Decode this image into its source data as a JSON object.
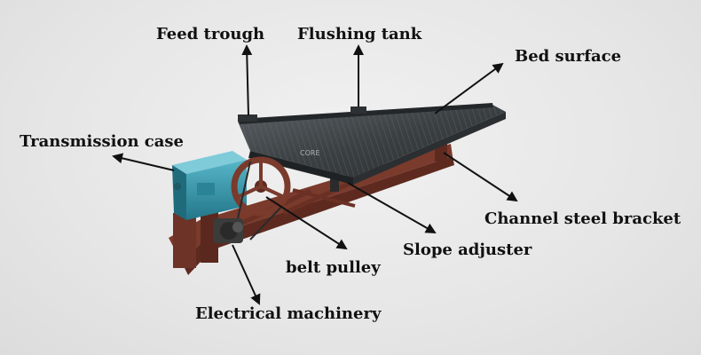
{
  "labels": {
    "feed_trough": "Feed trough",
    "flushing_tank": "Flushing tank",
    "bed_surface": "Bed surface",
    "transmission_case": "Transmission case",
    "channel_steel_bracket": "Channel steel bracket",
    "slope_adjuster": "Slope adjuster",
    "belt_pulley": "belt pulley",
    "electrical_machinery": "Electrical machinery"
  },
  "colors": {
    "background": "#e9e9e9",
    "frame": "#7a3a2c",
    "gearbox": "#2f8fa4",
    "deck": "#3a3f42",
    "arrow": "#111111"
  },
  "logo_text": "CORE"
}
